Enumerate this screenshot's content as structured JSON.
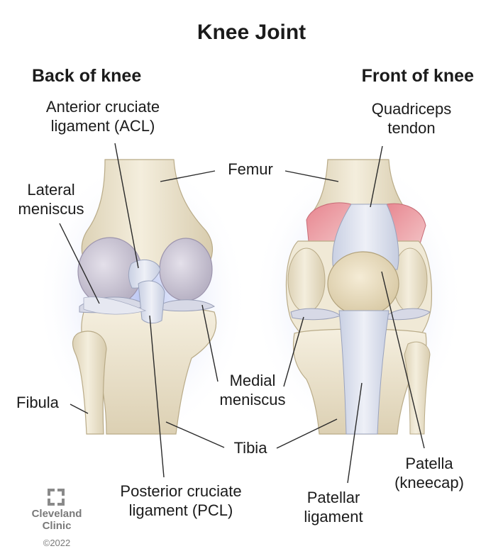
{
  "title": "Knee Joint",
  "views": {
    "back": "Back of knee",
    "front": "Front of knee"
  },
  "labels": {
    "acl_1": "Anterior cruciate",
    "acl_2": "ligament (ACL)",
    "lateral_1": "Lateral",
    "lateral_2": "meniscus",
    "femur": "Femur",
    "quad_1": "Quadriceps",
    "quad_2": "tendon",
    "medial_1": "Medial",
    "medial_2": "meniscus",
    "fibula": "Fibula",
    "tibia": "Tibia",
    "pcl_1": "Posterior cruciate",
    "pcl_2": "ligament (PCL)",
    "patellar_1": "Patellar",
    "patellar_2": "ligament",
    "patella_1": "Patella",
    "patella_2": "(kneecap)"
  },
  "brand": {
    "line1": "Cleveland",
    "line2": "Clinic",
    "copyright": "©2022"
  },
  "colors": {
    "bone": "#eee5cf",
    "cartilage": "#d4d0dc",
    "ligament": "#dfe3ef",
    "muscle": "#e79aa3",
    "glow": "#b9c4ef"
  }
}
